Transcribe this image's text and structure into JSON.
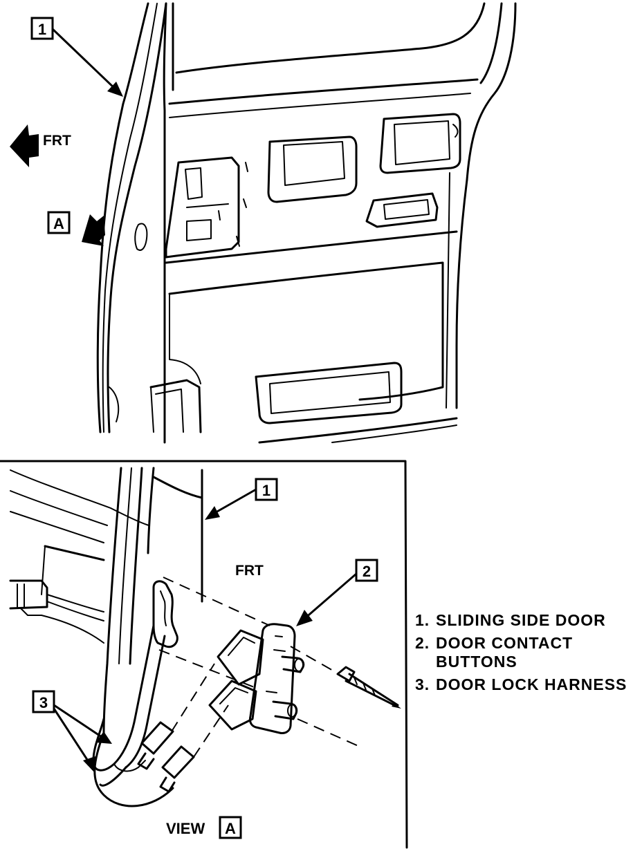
{
  "top_view": {
    "callout_1": "1",
    "frt_label": "FRT",
    "view_marker": "A"
  },
  "detail_view": {
    "callout_1": "1",
    "callout_2": "2",
    "callout_3": "3",
    "frt_label": "FRT",
    "view_caption_prefix": "VIEW",
    "view_caption_box": "A"
  },
  "legend": {
    "items": [
      {
        "num": "1.",
        "text": "SLIDING SIDE DOOR"
      },
      {
        "num": "2.",
        "text": "DOOR CONTACT\nBUTTONS"
      },
      {
        "num": "3.",
        "text": "DOOR LOCK HARNESS"
      }
    ]
  }
}
